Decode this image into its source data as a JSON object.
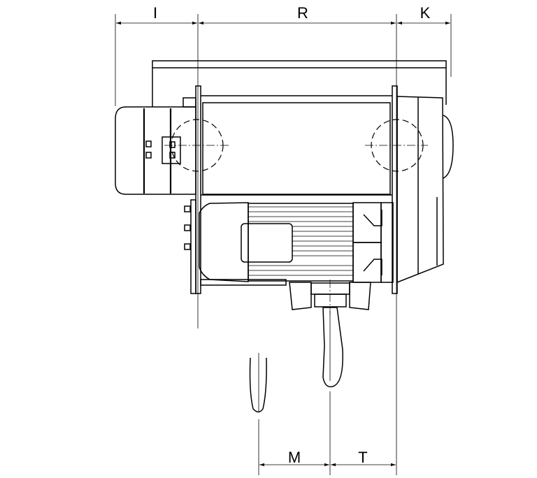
{
  "drawing": {
    "title_hidden": null,
    "dimensions": {
      "top": [
        {
          "label": "I"
        },
        {
          "label": "R"
        },
        {
          "label": "K"
        }
      ],
      "bottom": [
        {
          "label": "M"
        },
        {
          "label": "T"
        }
      ]
    },
    "line_color": "#000000",
    "background": "#ffffff"
  }
}
